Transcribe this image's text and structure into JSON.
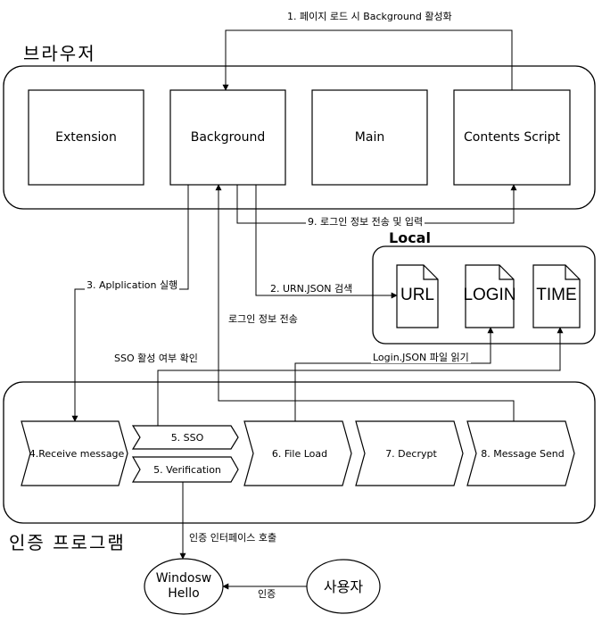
{
  "groups": {
    "browser": "브라우저",
    "local": "Local",
    "auth_program": "인증 프로그램"
  },
  "browser_boxes": {
    "extension": "Extension",
    "background": "Background",
    "main": "Main",
    "contents_script": "Contents Script"
  },
  "local_files": {
    "url": "URL",
    "login": "LOGIN",
    "time": "TIME"
  },
  "steps": {
    "receive": "4.Receive message",
    "sso": "5. SSO",
    "verification": "5. Verification",
    "file_load": "6. File Load",
    "decrypt": "7. Decrypt",
    "message_send": "8. Message Send"
  },
  "actors": {
    "windows_hello_line1": "Windosw",
    "windows_hello_line2": "Hello",
    "user": "사용자"
  },
  "arrows": {
    "a1": "1. 페이지 로드 시 Background 활성화",
    "a9": "9. 로그인 정보 전송 및 입력",
    "a3": "3. Aplplication 실행",
    "a2": "2. URN.JSON 검색",
    "login_send": "로그인 정보 전송",
    "sso_check": "SSO 활성 여부 확인",
    "login_json": "Login.JSON 파일 읽기",
    "auth_iface": "인증 인터페이스 호출",
    "auth": "인증"
  }
}
